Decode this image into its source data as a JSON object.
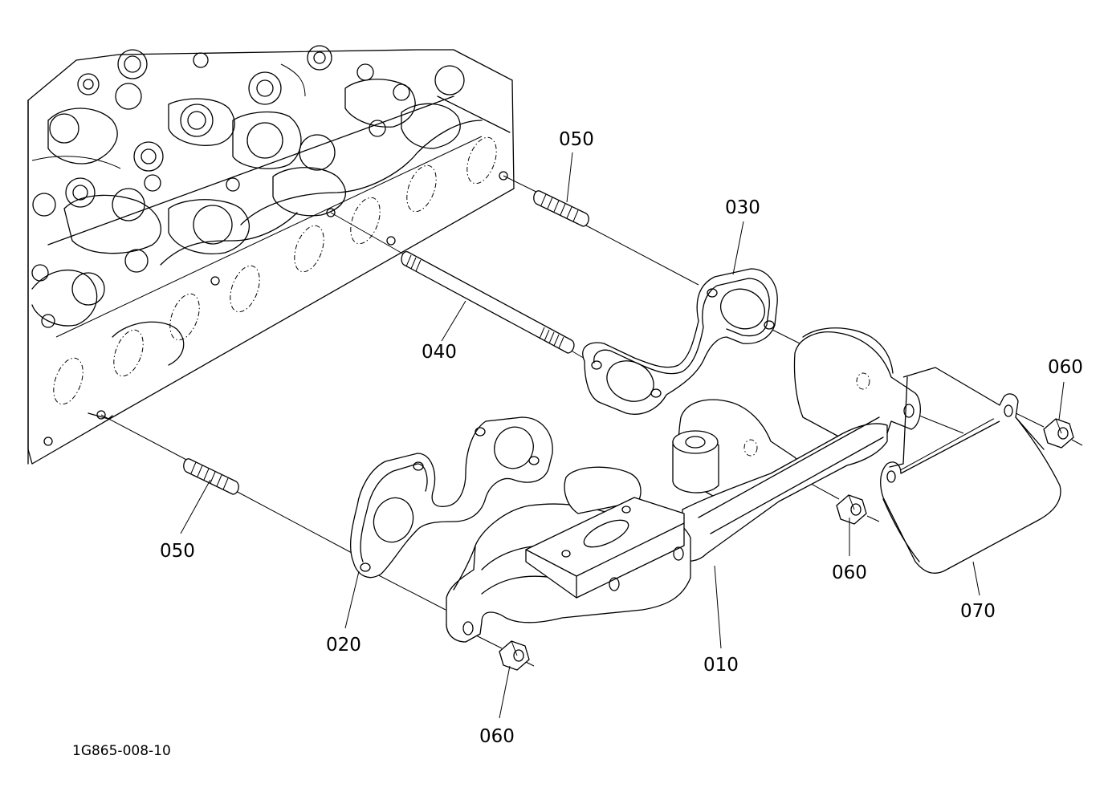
{
  "diagram_code": "1G865-008-10",
  "labels": {
    "p010": "010",
    "p020": "020",
    "p030": "030",
    "p040": "040",
    "p050_top": "050",
    "p050_bottom": "050",
    "p060_right": "060",
    "p060_middle": "060",
    "p060_bottom": "060",
    "p070": "070"
  }
}
